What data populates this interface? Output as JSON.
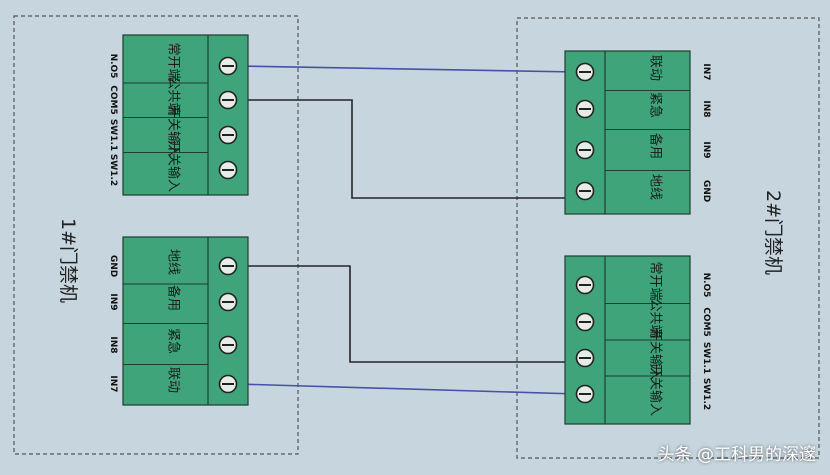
{
  "door1": {
    "title": "1#门禁机",
    "terminal_top": {
      "labels": [
        "N.O5",
        "COM5",
        "SW1.1",
        "SW1.2"
      ],
      "names": [
        "常开端",
        "公共端",
        "开关输入",
        "开关输入"
      ]
    },
    "terminal_bottom": {
      "labels": [
        "GND",
        "IN9",
        "IN8",
        "IN7"
      ],
      "names": [
        "地线",
        "备用",
        "紧急",
        "联动"
      ]
    }
  },
  "door2": {
    "title": "2#门禁机",
    "terminal_top": {
      "labels": [
        "IN7",
        "IN8",
        "IN9",
        "GND"
      ],
      "names": [
        "联动",
        "紧急",
        "备用",
        "地线"
      ]
    },
    "terminal_bottom": {
      "labels": [
        "N.O5",
        "COM5",
        "SW1.1",
        "SW1.2"
      ],
      "names": [
        "常开端",
        "公共端",
        "开关输入",
        "开关输入"
      ]
    }
  },
  "colors": {
    "background": "#c7d6de",
    "terminal": "#3fa47a",
    "wire_blue": "#4a50a8",
    "wire_dark": "#252525"
  },
  "watermark": "头条 @工科男的深邃"
}
